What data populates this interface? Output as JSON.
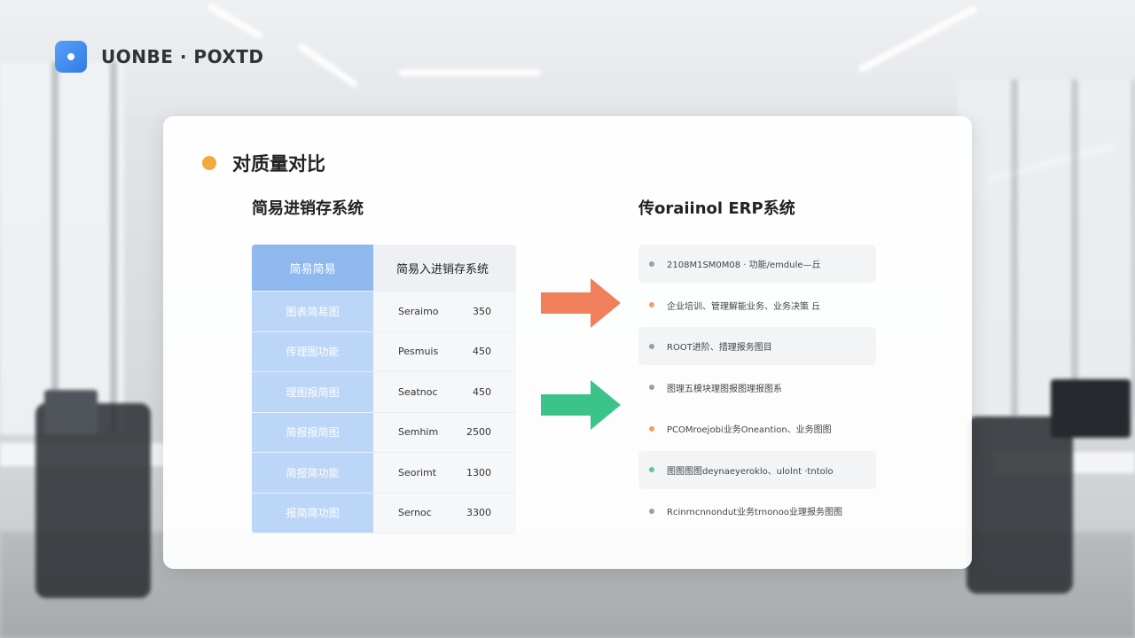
{
  "brand": {
    "name": "UONBE · POXTD",
    "icon": "app-logo-icon",
    "color": "#3a86ee"
  },
  "card": {
    "title": "对质量对比",
    "title_dot_color": "#f5a93b",
    "left_heading": "简易进销存系统",
    "right_heading": "传oraiinol ERP系统"
  },
  "table": {
    "header": [
      "简易简易",
      "简易入进销存系统"
    ],
    "rows": [
      {
        "label": "图表简易图",
        "name": "Seraimo",
        "value": "350"
      },
      {
        "label": "传理图功能",
        "name": "Pesmuis",
        "value": "450"
      },
      {
        "label": "理图报简图",
        "name": "Seatnoc",
        "value": "450"
      },
      {
        "label": "简报报简图",
        "name": "Semhim",
        "value": "2500"
      },
      {
        "label": "简报简功能",
        "name": "Seorimt",
        "value": "1300"
      },
      {
        "label": "报简简功图",
        "name": "Sernoc",
        "value": "3300"
      }
    ]
  },
  "arrows": [
    {
      "name": "orange-arrow-icon",
      "color": "#f07f5c"
    },
    {
      "name": "green-arrow-icon",
      "color": "#3cc38c"
    }
  ],
  "list": [
    {
      "text": "2108M1SM0M08 · 功能/emdule—丘",
      "bullet": "#9aa0a6"
    },
    {
      "text": "企业培训、管理解能业务、业务决策 丘",
      "bullet": "#f0a068"
    },
    {
      "text": "ROOT进阶、措理报务图目",
      "bullet": "#9aa0a6"
    },
    {
      "text": "图理五模块理图报图理报图系",
      "bullet": "#9aa0a6"
    },
    {
      "text": "PCOMroejobi业务Oneantion、业务图图",
      "bullet": "#f0a068"
    },
    {
      "text": "图图图图deynaeyeroklo、ulolnt ·tntolo",
      "bullet": "#5fc8a0"
    },
    {
      "text": "Rcinrncnnondut业务trnonoo业理报务图图",
      "bullet": "#9aa0a6"
    }
  ]
}
